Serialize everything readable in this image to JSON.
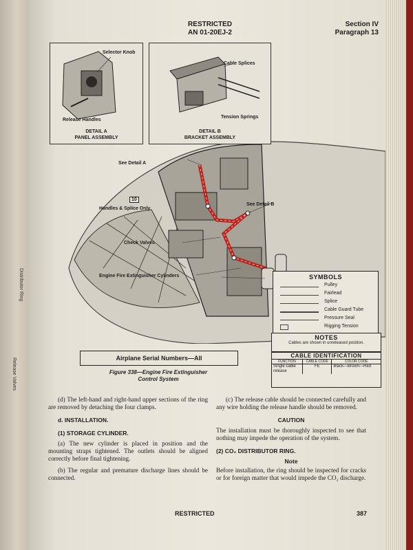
{
  "header": {
    "restricted": "RESTRICTED",
    "doc_number": "AN 01-20EJ-2",
    "section": "Section IV",
    "paragraph": "Paragraph 13"
  },
  "figure": {
    "detail_a": {
      "callout_top": "Selector Knob",
      "callout_bottom": "Release Handles",
      "caption_1": "DETAIL A",
      "caption_2": "PANEL ASSEMBLY"
    },
    "detail_b": {
      "callout_top": "Cable Splices",
      "callout_bottom": "Tension Springs",
      "caption_1": "DETAIL B",
      "caption_2": "BRACKET ASSEMBLY"
    },
    "callouts": {
      "see_a": "See Detail A",
      "see_b": "See Detail B",
      "tension": "10",
      "handles": "Handles & Splice Only",
      "check_valves": "Check Valves",
      "cylinders": "Engine Fire Extinguisher Cylinders"
    },
    "symbols": {
      "title": "SYMBOLS",
      "items": [
        "Pulley",
        "Fairlead",
        "Splice",
        "Cable Guard Tube",
        "Pressure Seal",
        "Rigging Tension"
      ]
    },
    "notes": {
      "title": "NOTES",
      "text": "Cables are shown in unreleased position."
    },
    "cable_id": {
      "title": "CABLE IDENTIFICATION",
      "columns": [
        "FUNCTION",
        "CABLE CODE",
        "COLOR CODE"
      ],
      "row": [
        "Single cable release",
        "FE",
        "Black—Brown—Red"
      ]
    },
    "serial_box": "Airplane Serial Numbers—All",
    "caption_1": "Figure 338—Engine Fire Extinguisher",
    "caption_2": "Control System"
  },
  "left_col": {
    "p1": "(d) The left-hand and right-hand upper sections of the ring are removed by detaching the four clamps.",
    "h1": "d. INSTALLATION.",
    "h2": "(1) STORAGE CYLINDER.",
    "p2": "(a) The new cylinder is placed in position and the mounting straps tightened. The outlets should be aligned correctly before final tightening.",
    "p3": "(b) The regular and premature discharge lines should be connected."
  },
  "right_col": {
    "p1": "(c) The release cable should be connected carefully and any wire holding the release handle should be removed.",
    "caution_title": "CAUTION",
    "caution_text": "The installation must be thoroughly inspected to see that nothing may impede the operation of the system.",
    "h1": "(2) CO₂ DISTRIBUTOR RING.",
    "note_title": "Note",
    "note_text": "Before installation, the ring should be inspected for cracks or for foreign matter that would impede the CO₂ discharge."
  },
  "footer": {
    "restricted": "RESTRICTED",
    "page": "387"
  },
  "left_page": {
    "frag_1": "Distributor Ring",
    "frag_2": "Release Valves"
  }
}
